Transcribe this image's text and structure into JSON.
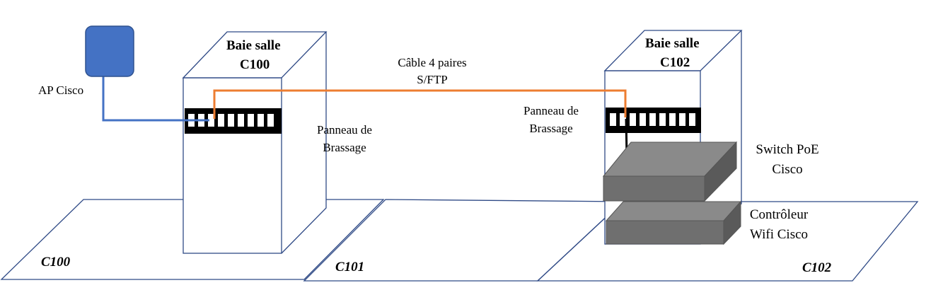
{
  "colors": {
    "frame": "#2f4a86",
    "ap_fill": "#4472c4",
    "ap_stroke": "#2f528f",
    "cable_orange": "#ed7d31",
    "cable_blue": "#4472c4",
    "device_top": "#888888",
    "device_front": "#6f6f6f",
    "device_side": "#5a5a5a"
  },
  "icons": {
    "access_point": "ap-square-icon",
    "patch_panel": "patch-panel-icon",
    "switch": "switch-box-icon",
    "controller": "controller-box-icon"
  },
  "rooms": {
    "c100": "C100",
    "c101": "C101",
    "c102": "C102"
  },
  "rack_c100": {
    "line1": "Baie salle",
    "line2": "C100"
  },
  "rack_c102": {
    "line1": "Baie salle",
    "line2": "C102"
  },
  "ap": {
    "label": "AP Cisco"
  },
  "cable": {
    "line1": "Câble 4 paires",
    "line2": "S/FTP"
  },
  "panel_left": {
    "line1": "Panneau de",
    "line2": "Brassage"
  },
  "panel_right": {
    "line1": "Panneau de",
    "line2": "Brassage"
  },
  "switch": {
    "line1": "Switch PoE",
    "line2": "Cisco"
  },
  "controller": {
    "line1": "Contrôleur",
    "line2": "Wifi Cisco"
  }
}
